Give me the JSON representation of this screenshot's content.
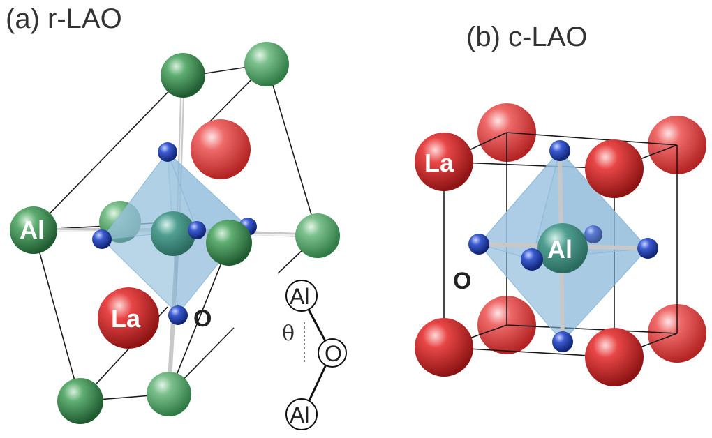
{
  "panels": {
    "a": {
      "title": "(a) r-LAO",
      "label_al": "Al",
      "label_la": "La",
      "label_o": "O",
      "inset": {
        "top_atom": "Al",
        "middle_atom": "O",
        "bottom_atom": "Al",
        "angle_symbol": "θ"
      }
    },
    "b": {
      "title": "(b) c-LAO",
      "label_la": "La",
      "label_al": "Al",
      "label_o": "O"
    }
  },
  "colors": {
    "al_atom": "#2f7a45",
    "la_atom": "#d42a2a",
    "o_atom": "#1f3fa8",
    "octahedron": "#7fb2d6",
    "cell_edges": "#1a1a1a"
  }
}
